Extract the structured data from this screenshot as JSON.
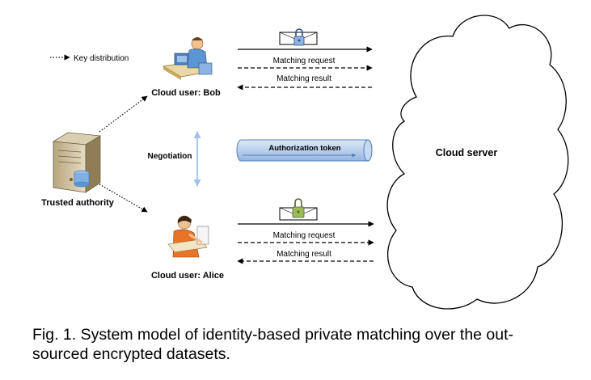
{
  "legend": {
    "key_distribution": "Key distribution"
  },
  "nodes": {
    "bob": "Cloud user: Bob",
    "alice": "Cloud user: Alice",
    "trusted_authority": "Trusted authority",
    "cloud_server": "Cloud server"
  },
  "negotiation": "Negotiation",
  "authorization_token": "Authorization token",
  "bob_channel": {
    "request": "Matching request",
    "result": "Matching result"
  },
  "alice_channel": {
    "request": "Matching request",
    "result": "Matching result"
  },
  "caption": {
    "line1": "Fig. 1. System model of identity-based private matching over the out-",
    "line2": "sourced encrypted datasets."
  },
  "icons": {
    "server": "server-tower-icon",
    "bob": "user-at-computer-icon",
    "alice": "user-at-desk-icon",
    "blue_lock": "blue-padlock-icon",
    "green_lock": "green-padlock-icon"
  },
  "colors": {
    "cloud_fill": "#ffffff",
    "arrow": "#000000",
    "token_fill": "#c6d9f1",
    "token_stroke": "#4f81bd",
    "negotiation_arrow": "#9dc3e6",
    "lock_blue": "#8db3e2",
    "lock_green": "#9bbb59"
  }
}
